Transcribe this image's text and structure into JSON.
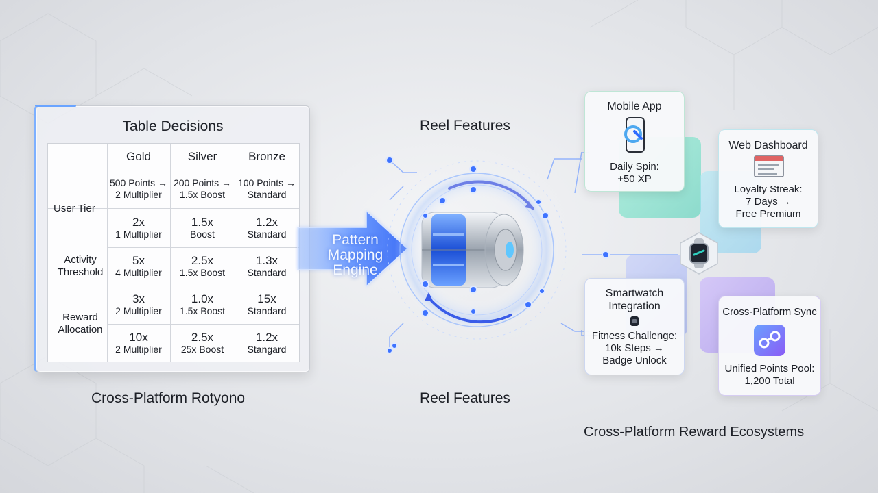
{
  "table_panel": {
    "title": "Table Decisions",
    "headers": [
      "Gold",
      "Silver",
      "Bronze"
    ],
    "row_groups": [
      {
        "label": "User Tier",
        "rows": [
          [
            {
              "a": "500 Points →",
              "b": "2 Multiplier"
            },
            {
              "a": "200 Points →",
              "b": "1.5x Boost"
            },
            {
              "a": "100 Points →",
              "b": "Standard"
            }
          ],
          [
            {
              "a": "2x",
              "b": "1 Multiplier"
            },
            {
              "a": "1.5x",
              "b": "Boost"
            },
            {
              "a": "1.2x",
              "b": "Standard"
            }
          ]
        ]
      },
      {
        "label": "Activity Threshold",
        "rows": [
          [
            {
              "a": "5x",
              "b": "4 Multiplier"
            },
            {
              "a": "2.5x",
              "b": "1.5x Boost"
            },
            {
              "a": "1.3x",
              "b": "Standard"
            }
          ]
        ]
      },
      {
        "label": "Reward Allocation",
        "rows": [
          [
            {
              "a": "3x",
              "b": "2 Multiplier"
            },
            {
              "a": "1.0x",
              "b": "1.5x Boost"
            },
            {
              "a": "15x",
              "b": "Standard"
            }
          ],
          [
            {
              "a": "10x",
              "b": "2 Multiplier"
            },
            {
              "a": "2.5x",
              "b": "25x Boost"
            },
            {
              "a": "1.2x",
              "b": "Stangard"
            }
          ]
        ]
      }
    ]
  },
  "labels": {
    "bottom_left": "Cross-Platform Rotyono",
    "reel_top": "Reel Features",
    "reel_bottom": "Reel Features",
    "bottom_right": "Cross-Platform Reward Ecosystems"
  },
  "arrow": {
    "line1": "Pattern",
    "line2": "Mapping",
    "line3": "Engine"
  },
  "cards": {
    "mobile": {
      "title": "Mobile App",
      "line1": "Daily Spin:",
      "line2": "+50 XP"
    },
    "web": {
      "title": "Web Dashboard",
      "line1": "Loyalty Streak:",
      "line2": "7 Days →",
      "line3": "Free Premium"
    },
    "smartwatch": {
      "title1": "Smartwatch",
      "title2": "Integration",
      "line1": "Fitness Challenge:",
      "line2": "10k Steps →",
      "line3": "Badge Unlock"
    },
    "sync": {
      "title": "Cross-Platform Sync",
      "line1": "Unified Points Pool:",
      "line2": "1,200 Total"
    }
  },
  "colors": {
    "accent_blue": "#2f6bff",
    "glow_blue": "#6aa4ff",
    "teal": "#7fe0c6",
    "purple": "#a98bf5"
  }
}
